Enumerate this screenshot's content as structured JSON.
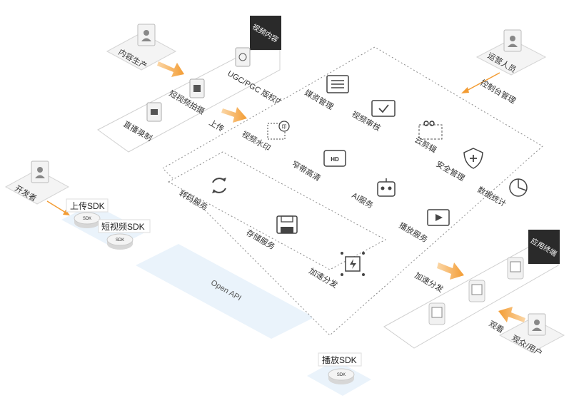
{
  "video_content": {
    "tag": "视频内容",
    "items": [
      "UGC/PGC 版权内容",
      "短视频拍摄",
      "直播录制"
    ],
    "upload": "上传"
  },
  "roles": {
    "content_producer": "内容生产",
    "operator": "运营人员",
    "developer": "开发者",
    "audience": "观众/用户"
  },
  "console": "控制台管理",
  "outer_services": [
    "媒资管理",
    "视频审核",
    "云剪辑",
    "安全管理",
    "数据统计",
    "视频水印",
    "窄带高清",
    "AI服务",
    "播放服务"
  ],
  "watermark_badge": "印",
  "hd_badge": "HD",
  "core_services": [
    "转码服务",
    "存储服务",
    "加速分发"
  ],
  "sdk": {
    "upload": "上传SDK",
    "short_video": "短视频SDK",
    "player": "播放SDK",
    "badge": "SDK"
  },
  "open_api": "Open API",
  "terminals": {
    "tag": "应用终端",
    "accelerate": "加速分发",
    "watch": "观看"
  },
  "colors": {
    "accent": "#f39c33",
    "tag_bg": "#2a2a2a",
    "api_band": "#eaf3fb",
    "dash": "#8a8a8a"
  }
}
